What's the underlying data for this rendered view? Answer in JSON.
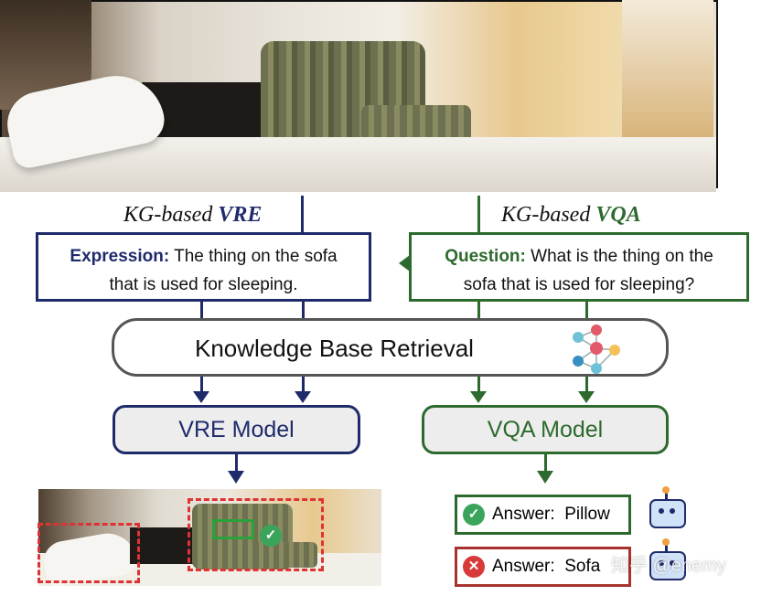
{
  "vre": {
    "header_prefix": "KG-based ",
    "header_emph": "VRE",
    "box_label": "Expression:",
    "box_text_line1": " The thing on the sofa",
    "box_text_line2": "that is used for sleeping.",
    "model": "VRE Model"
  },
  "vqa": {
    "header_prefix": "KG-based ",
    "header_emph": "VQA",
    "box_label": "Question:",
    "box_text_line1": " What is the thing on the",
    "box_text_line2": "sofa that is used for sleeping?",
    "model": "VQA Model"
  },
  "kb": {
    "label": "Knowledge Base Retrieval"
  },
  "answers": [
    {
      "label": "Answer:",
      "value": "Pillow",
      "correct": true
    },
    {
      "label": "Answer:",
      "value": "Sofa",
      "correct": false
    }
  ],
  "watermark": "知乎 @enemy",
  "colors": {
    "navy": "#1f2a6b",
    "green": "#2d6a2e",
    "red": "#d33333",
    "correct_badge": "#3aa55a",
    "wrong_badge": "#d83a3a"
  },
  "icons": {
    "kb": "network-graph-icon",
    "robot": "robot-icon",
    "check": "check-icon",
    "cross": "cross-icon"
  }
}
